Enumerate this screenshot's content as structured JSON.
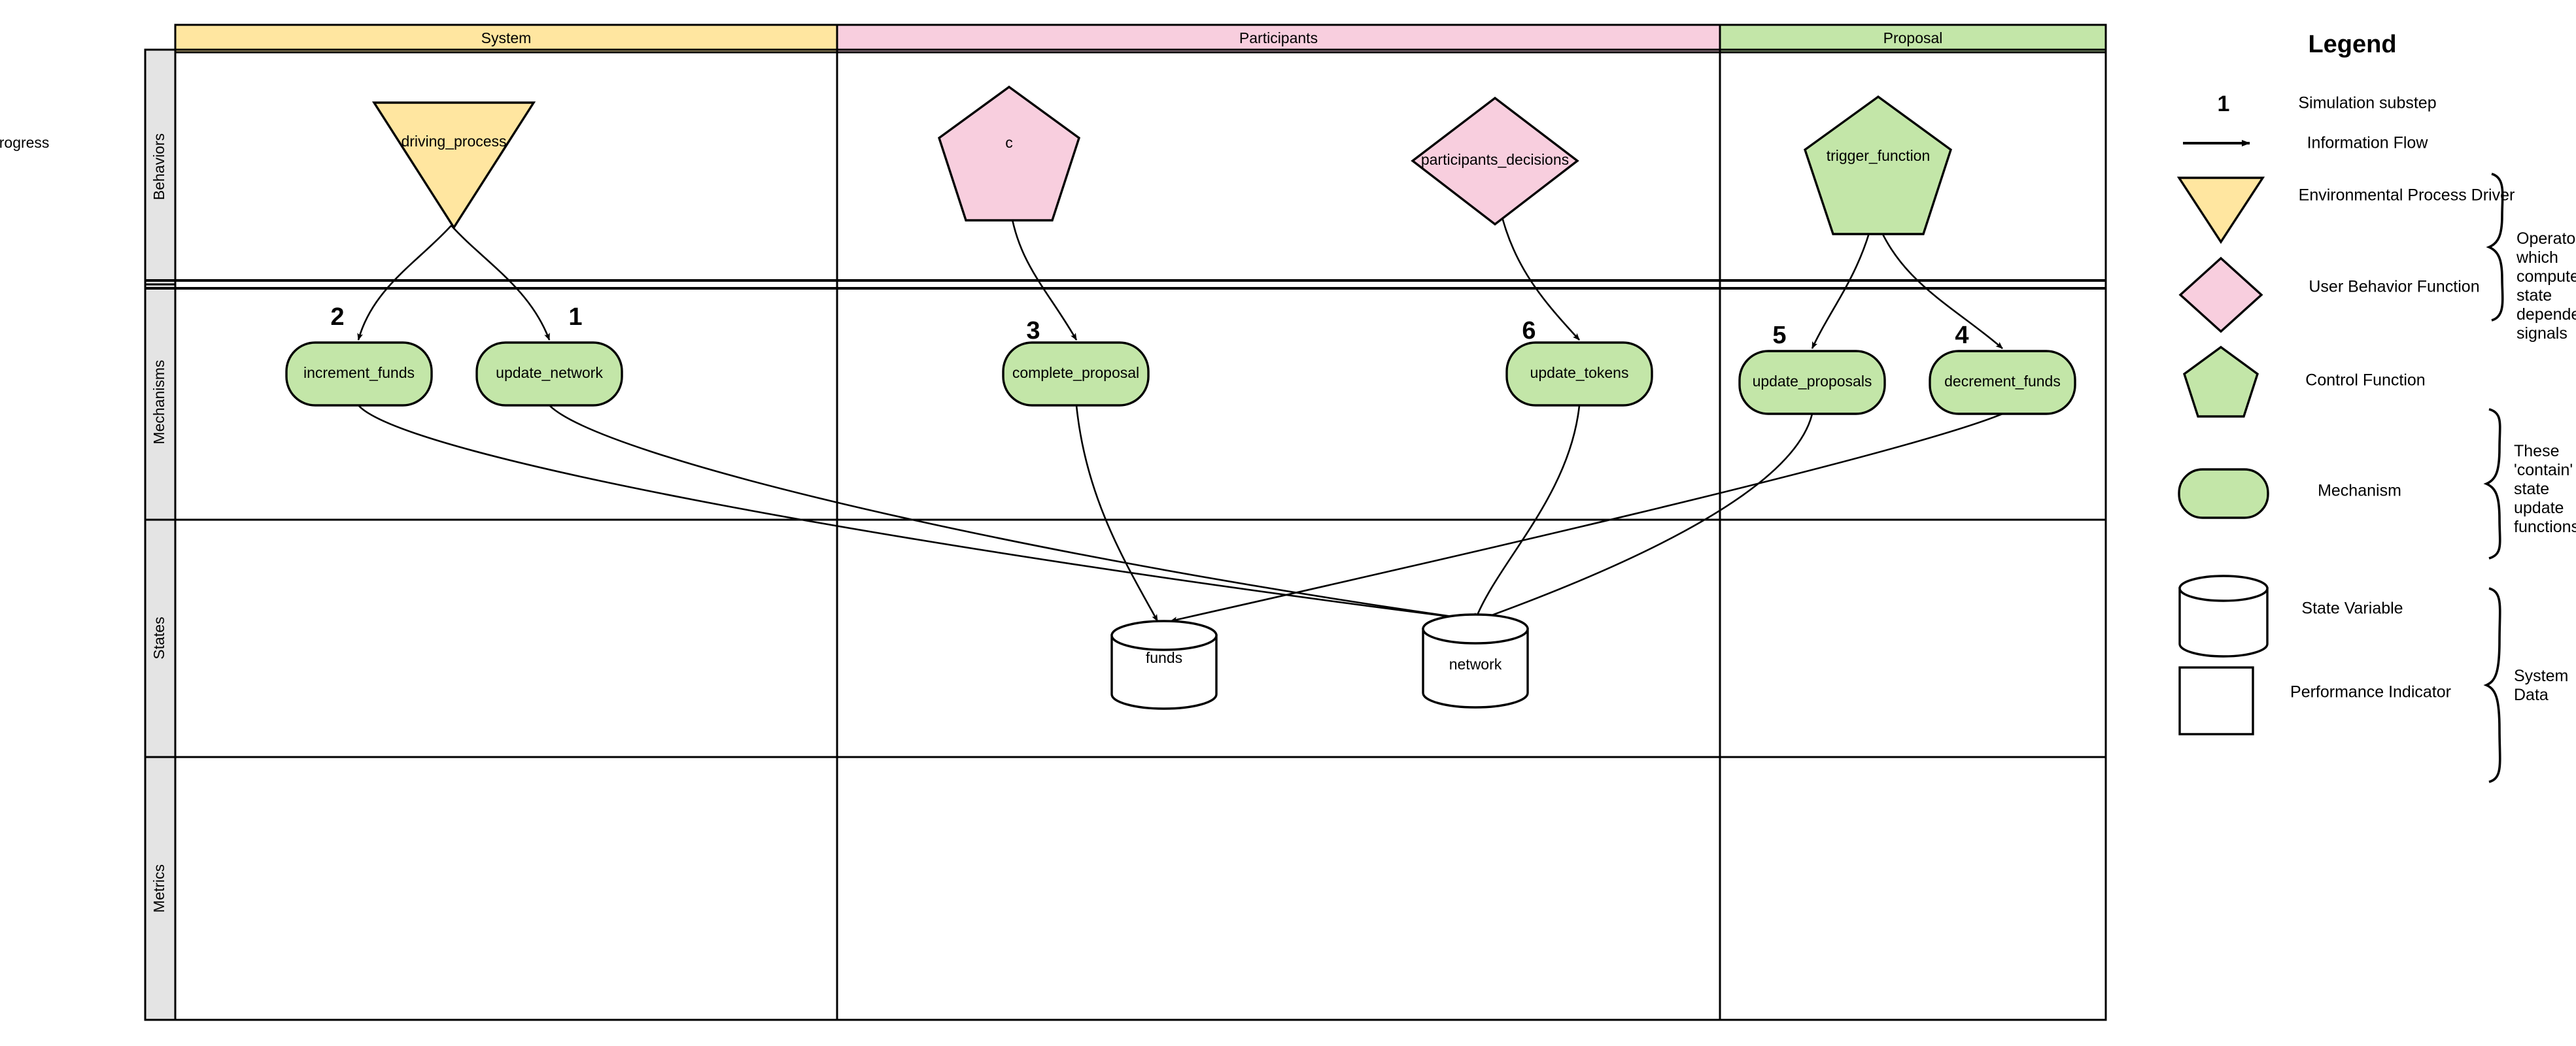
{
  "diagram": {
    "type": "cadCAD differential specification swimlane diagram",
    "columns": [
      {
        "id": "system",
        "label": "System",
        "color": "#ffe6a0"
      },
      {
        "id": "participants",
        "label": "Participants",
        "color": "#f8cede"
      },
      {
        "id": "proposal",
        "label": "Proposal",
        "color": "#c3e6a8"
      }
    ],
    "rows": [
      {
        "id": "behaviors",
        "label": "Behaviors"
      },
      {
        "id": "mechanisms",
        "label": "Mechanisms"
      },
      {
        "id": "states",
        "label": "States"
      },
      {
        "id": "metrics",
        "label": "Metrics"
      }
    ],
    "nodes": [
      {
        "id": "driving_process",
        "label": "driving_process",
        "shape": "inverted-triangle",
        "row": "behaviors",
        "column": "system",
        "fill": "#ffe6a0"
      },
      {
        "id": "check_progress",
        "label": "check_progress",
        "shape": "pentagon",
        "row": "behaviors",
        "column": "participants",
        "fill": "#f8cede"
      },
      {
        "id": "participants_decisions",
        "label": "participants_decisions",
        "shape": "diamond",
        "row": "behaviors",
        "column": "participants",
        "fill": "#f8cede"
      },
      {
        "id": "trigger_function",
        "label": "trigger_function",
        "shape": "pentagon",
        "row": "behaviors",
        "column": "proposal",
        "fill": "#c3e6a8"
      },
      {
        "id": "increment_funds",
        "label": "increment_funds",
        "shape": "stadium",
        "row": "mechanisms",
        "column": "system",
        "fill": "#c3e6a8",
        "step": "2"
      },
      {
        "id": "update_network",
        "label": "update_network",
        "shape": "stadium",
        "row": "mechanisms",
        "column": "system",
        "fill": "#c3e6a8",
        "step": "1"
      },
      {
        "id": "complete_proposal",
        "label": "complete_proposal",
        "shape": "stadium",
        "row": "mechanisms",
        "column": "participants",
        "fill": "#c3e6a8",
        "step": "3"
      },
      {
        "id": "update_tokens",
        "label": "update_tokens",
        "shape": "stadium",
        "row": "mechanisms",
        "column": "participants",
        "fill": "#c3e6a8",
        "step": "6"
      },
      {
        "id": "update_proposals",
        "label": "update_proposals",
        "shape": "stadium",
        "row": "mechanisms",
        "column": "proposal",
        "fill": "#c3e6a8",
        "step": "5"
      },
      {
        "id": "decrement_funds",
        "label": "decrement_funds",
        "shape": "stadium",
        "row": "mechanisms",
        "column": "proposal",
        "fill": "#c3e6a8",
        "step": "4"
      },
      {
        "id": "funds",
        "label": "funds",
        "shape": "cylinder",
        "row": "states",
        "column": "participants",
        "fill": "#ffffff"
      },
      {
        "id": "network",
        "label": "network",
        "shape": "cylinder",
        "row": "states",
        "column": "participants",
        "fill": "#ffffff"
      }
    ],
    "edges": [
      {
        "from": "driving_process",
        "to": "increment_funds",
        "step": "2"
      },
      {
        "from": "driving_process",
        "to": "update_network",
        "step": "1"
      },
      {
        "from": "check_progress",
        "to": "complete_proposal",
        "step": "3"
      },
      {
        "from": "participants_decisions",
        "to": "update_tokens",
        "step": "6"
      },
      {
        "from": "trigger_function",
        "to": "update_proposals",
        "step": "5"
      },
      {
        "from": "trigger_function",
        "to": "decrement_funds",
        "step": "4"
      },
      {
        "from": "increment_funds",
        "to": "network",
        "step": ""
      },
      {
        "from": "update_network",
        "to": "network",
        "step": ""
      },
      {
        "from": "complete_proposal",
        "to": "network",
        "step": ""
      },
      {
        "from": "update_tokens",
        "to": "network",
        "step": ""
      },
      {
        "from": "update_proposals",
        "to": "funds",
        "step": ""
      },
      {
        "from": "decrement_funds",
        "to": "funds",
        "step": ""
      }
    ]
  },
  "legend": {
    "title": "Legend",
    "sample_number": "1",
    "items": [
      {
        "id": "simulation-substep",
        "label": "Simulation substep",
        "glyph": "number"
      },
      {
        "id": "information-flow",
        "label": "Information Flow",
        "glyph": "arrow"
      },
      {
        "id": "environmental-process-driver",
        "label": "Environmental Process Driver",
        "glyph": "inverted-triangle",
        "fill": "#ffe6a0"
      },
      {
        "id": "user-behavior-function",
        "label": "User Behavior Function",
        "glyph": "diamond",
        "fill": "#f8cede"
      },
      {
        "id": "control-function",
        "label": "Control Function",
        "glyph": "pentagon",
        "fill": "#c3e6a8"
      },
      {
        "id": "mechanism",
        "label": "Mechanism",
        "glyph": "stadium",
        "fill": "#c3e6a8"
      },
      {
        "id": "state-variable",
        "label": "State Variable",
        "glyph": "cylinder",
        "fill": "#ffffff"
      },
      {
        "id": "performance-indicator",
        "label": "Performance Indicator",
        "glyph": "rectangle",
        "fill": "#ffffff"
      }
    ],
    "braces": [
      {
        "id": "operators-brace",
        "lines": [
          "Operators",
          "which",
          "computes",
          "state",
          "dependent",
          "signals"
        ]
      },
      {
        "id": "mechanism-brace",
        "lines": [
          "These",
          "'contain'",
          "state",
          "update",
          "functions"
        ]
      },
      {
        "id": "system-data-brace",
        "lines": [
          "System",
          "Data"
        ]
      }
    ]
  }
}
